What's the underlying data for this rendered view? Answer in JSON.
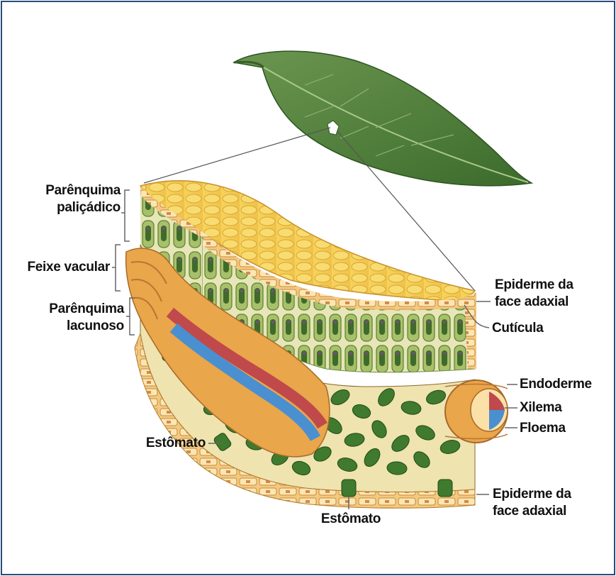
{
  "labels": {
    "palisade": [
      "Parênquima",
      "paliçádico"
    ],
    "vascular_bundle": "Feixe vacular",
    "spongy": [
      "Parênquima",
      "lacunoso"
    ],
    "stoma_left": "Estômato",
    "stoma_bottom": "Estômato",
    "epidermis_top": [
      "Epiderme da",
      "face adaxial"
    ],
    "cuticle": "Cutícula",
    "endoderm": "Endoderme",
    "xylem": "Xilema",
    "phloem": "Floema",
    "epidermis_bottom": [
      "Epiderme da",
      "face adaxial"
    ]
  },
  "colors": {
    "frame": "#2d4d7c",
    "leaf": "#4f7d3a",
    "epidermis": "#f0c95a",
    "palisade": "#7fa24a",
    "spongy": "#3f7a2e",
    "xylem": "#c0494c",
    "phloem": "#4a8fd0",
    "bundle": "#e9a64a"
  },
  "icons": [
    "leaf-illustration",
    "leaf-cross-section-illustration"
  ]
}
